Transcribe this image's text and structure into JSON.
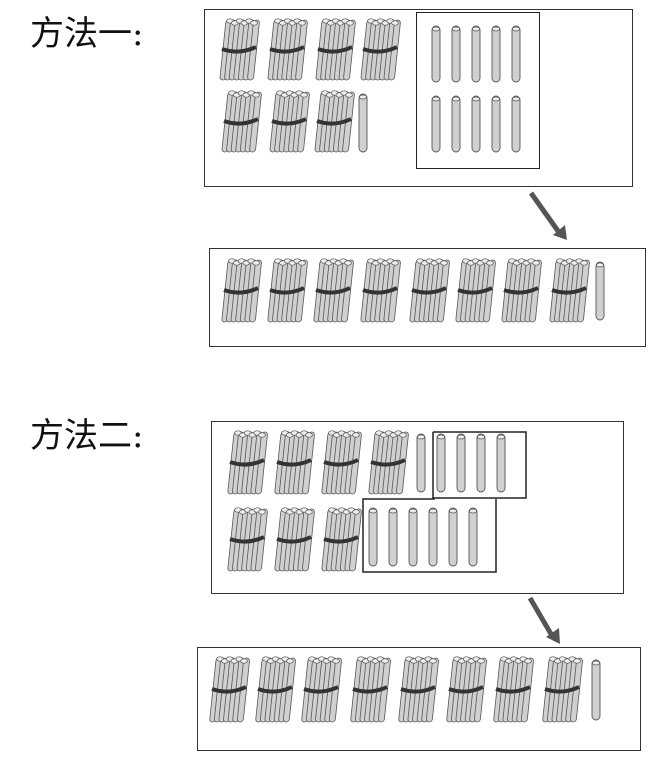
{
  "method1": {
    "label": "方法一:"
  },
  "method2": {
    "label": "方法二:"
  },
  "colors": {
    "stick": "#d0d0d0",
    "stick_outline": "#555555",
    "band": "#333333",
    "panel_border": "#333333",
    "arrow": "#555555"
  },
  "icons": [
    "bundle-of-ten-sticks-icon",
    "single-stick-icon",
    "arrow-icon"
  ],
  "counts": {
    "method1_top": {
      "bundles": 7,
      "singles_left": 1,
      "singles_boxed": 10
    },
    "method1_result": {
      "bundles": 8,
      "singles": 1
    },
    "method2_top": {
      "bundles": 7,
      "singles": 11
    },
    "method2_result": {
      "bundles": 8,
      "singles": 1
    }
  }
}
